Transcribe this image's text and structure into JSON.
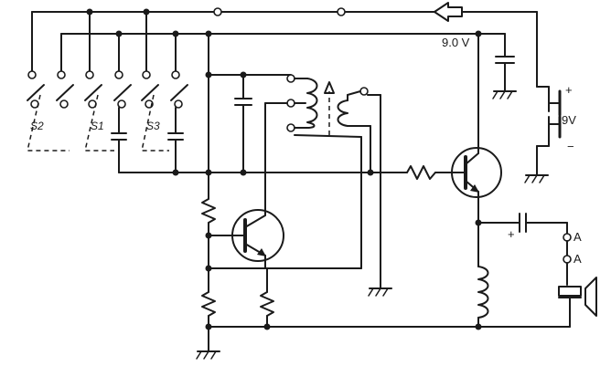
{
  "labels": {
    "switch_s2": "S2",
    "switch_s1": "S1",
    "switch_s3": "S3",
    "supply_voltage_node": "9.0 V",
    "battery_voltage": "9V",
    "battery_plus": "+",
    "battery_minus": "−",
    "output_cap_plus": "+",
    "jack_a_top": "A",
    "jack_a_bottom": "A"
  }
}
